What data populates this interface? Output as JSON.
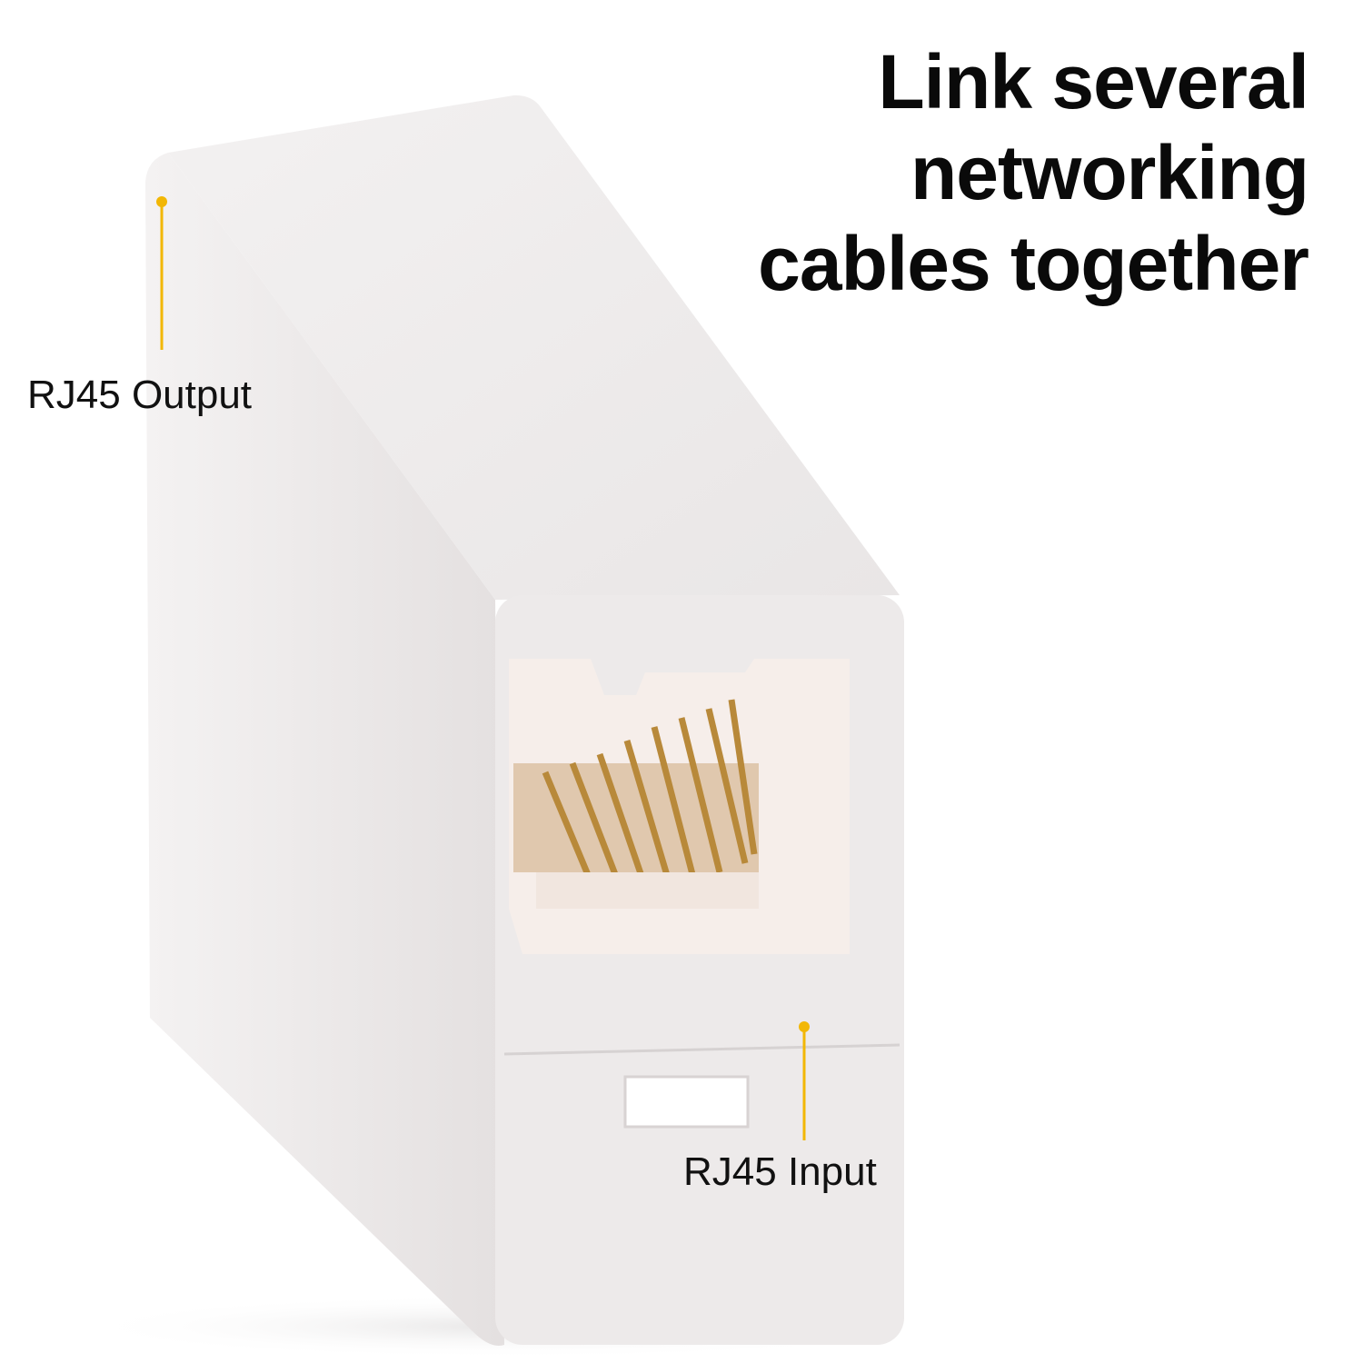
{
  "headline": {
    "lines": [
      "Link several",
      "networking",
      "cables together"
    ]
  },
  "callouts": {
    "output_label": "RJ45 Output",
    "input_label": "RJ45 Input"
  },
  "colors": {
    "accent": "#f2b705",
    "body": "#efeceb",
    "pins": "#b8893a"
  }
}
